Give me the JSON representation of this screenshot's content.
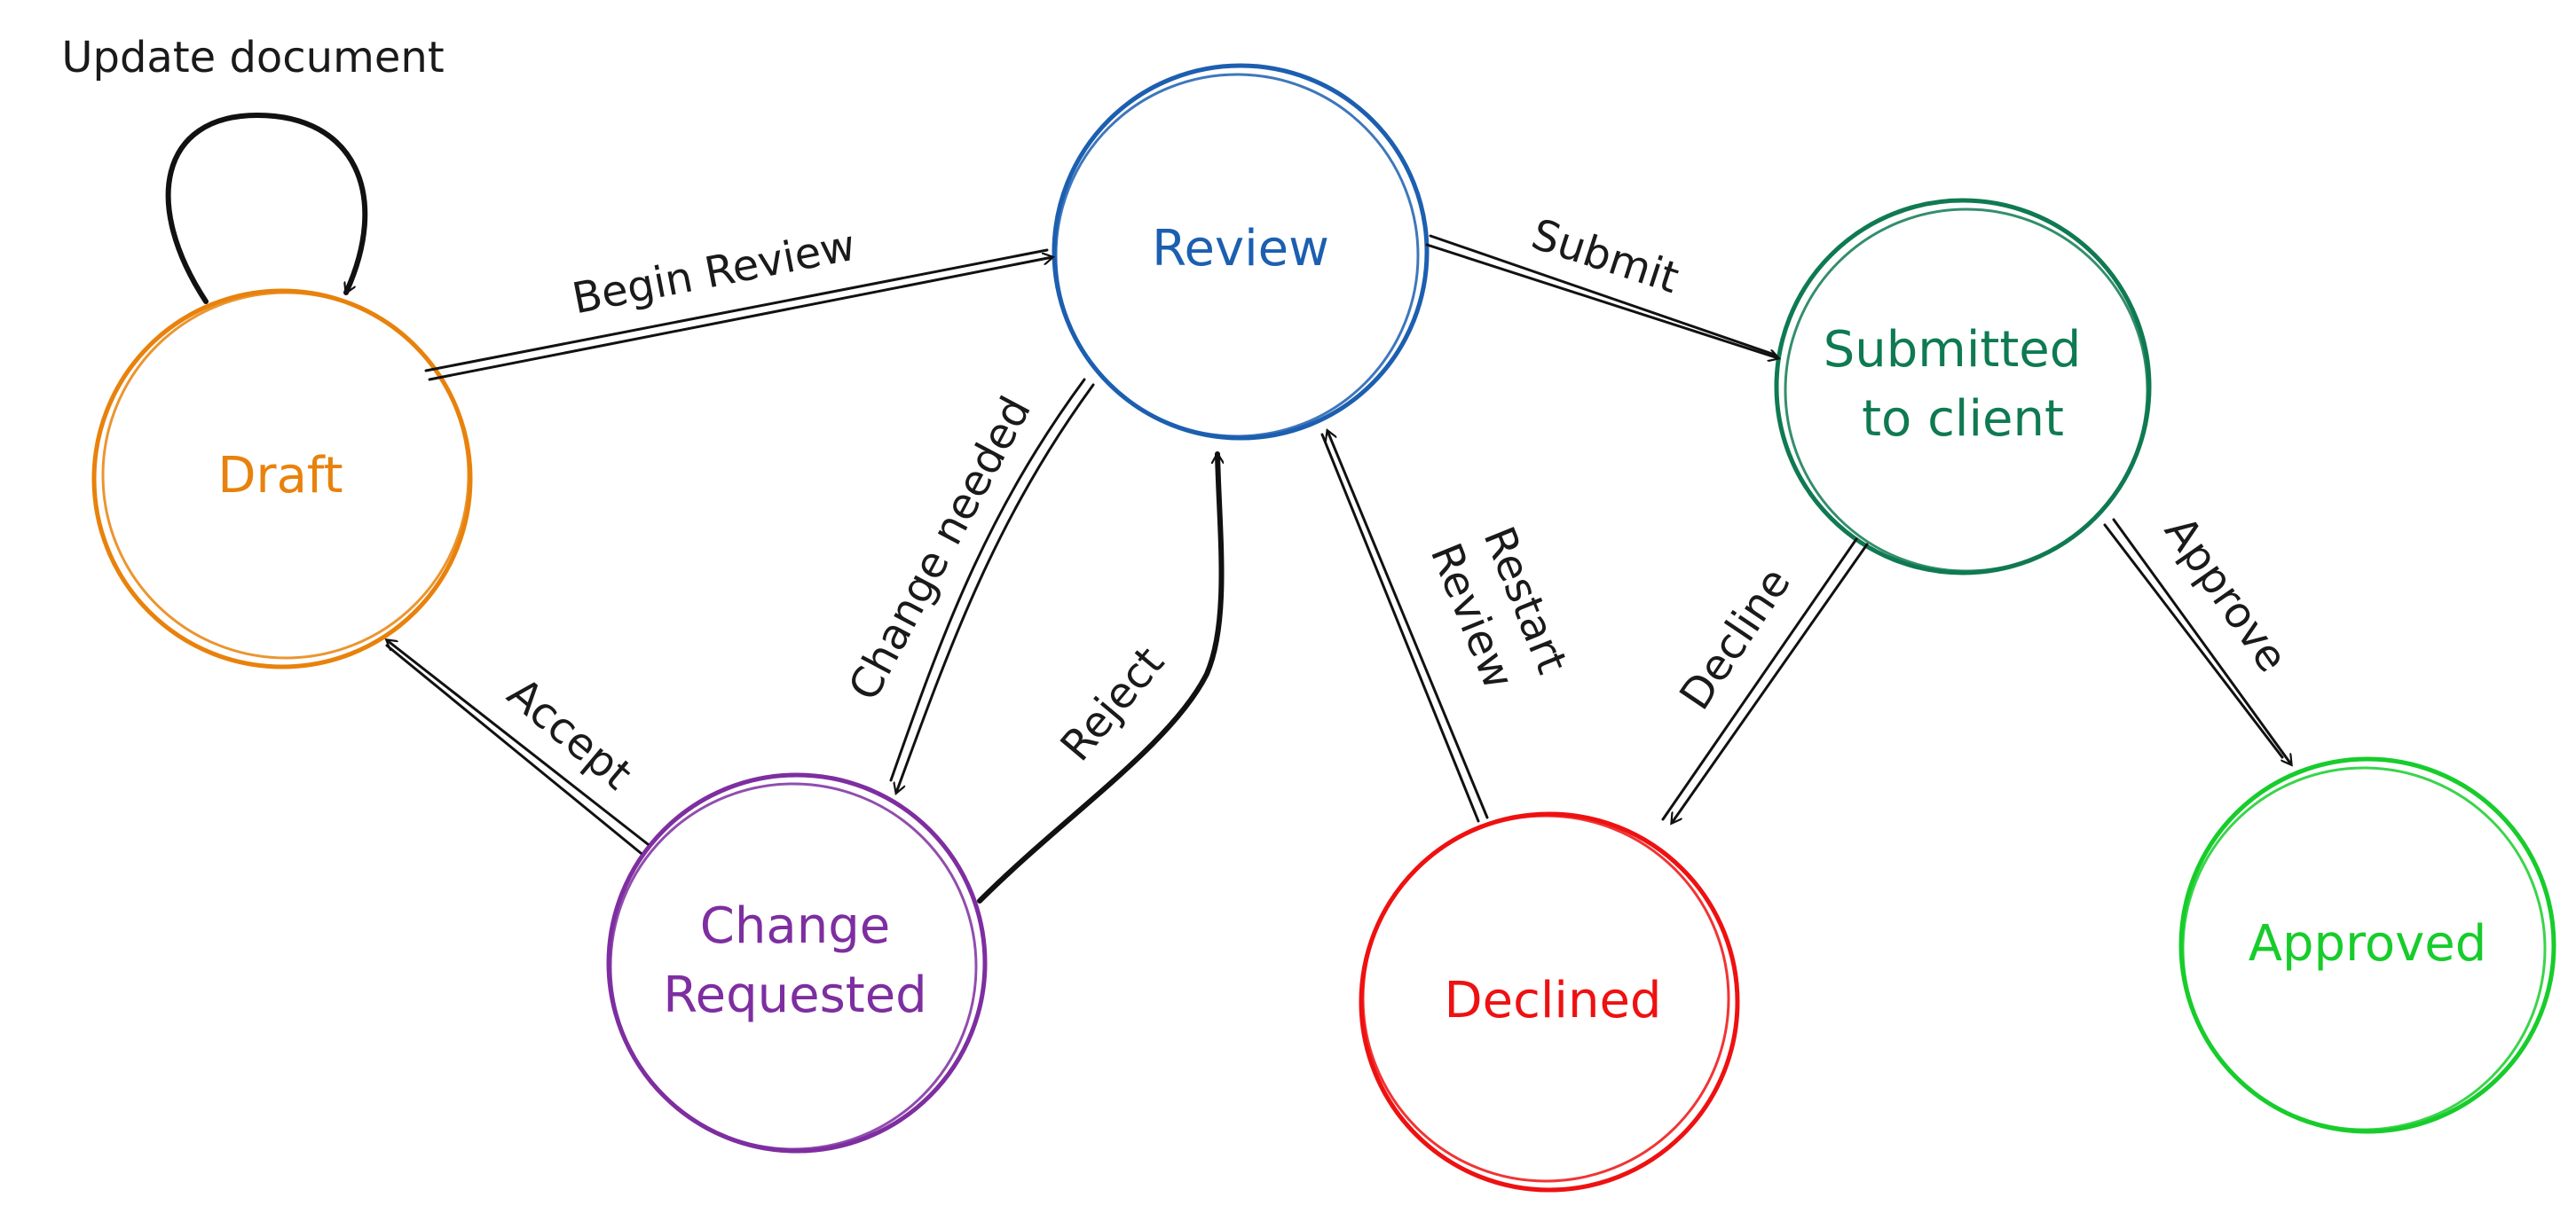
{
  "nodes": {
    "draft": {
      "label": "Draft",
      "color": "#e8820c"
    },
    "review": {
      "label": "Review",
      "color": "#1c5fb0"
    },
    "submitted": {
      "line1": "Submitted",
      "line2": "to client",
      "color": "#0f7a52"
    },
    "change_requested": {
      "line1": "Change",
      "line2": "Requested",
      "color": "#7e2ea0"
    },
    "declined": {
      "label": "Declined",
      "color": "#ee1111"
    },
    "approved": {
      "label": "Approved",
      "color": "#17cc2b"
    }
  },
  "edges": {
    "update_document": "Update document",
    "begin_review": "Begin Review",
    "submit": "Submit",
    "change_needed": "Change needed",
    "reject": "Reject",
    "accept": "Accept",
    "restart_review_1": "Restart",
    "restart_review_2": "Review",
    "decline": "Decline",
    "approve": "Approve"
  }
}
